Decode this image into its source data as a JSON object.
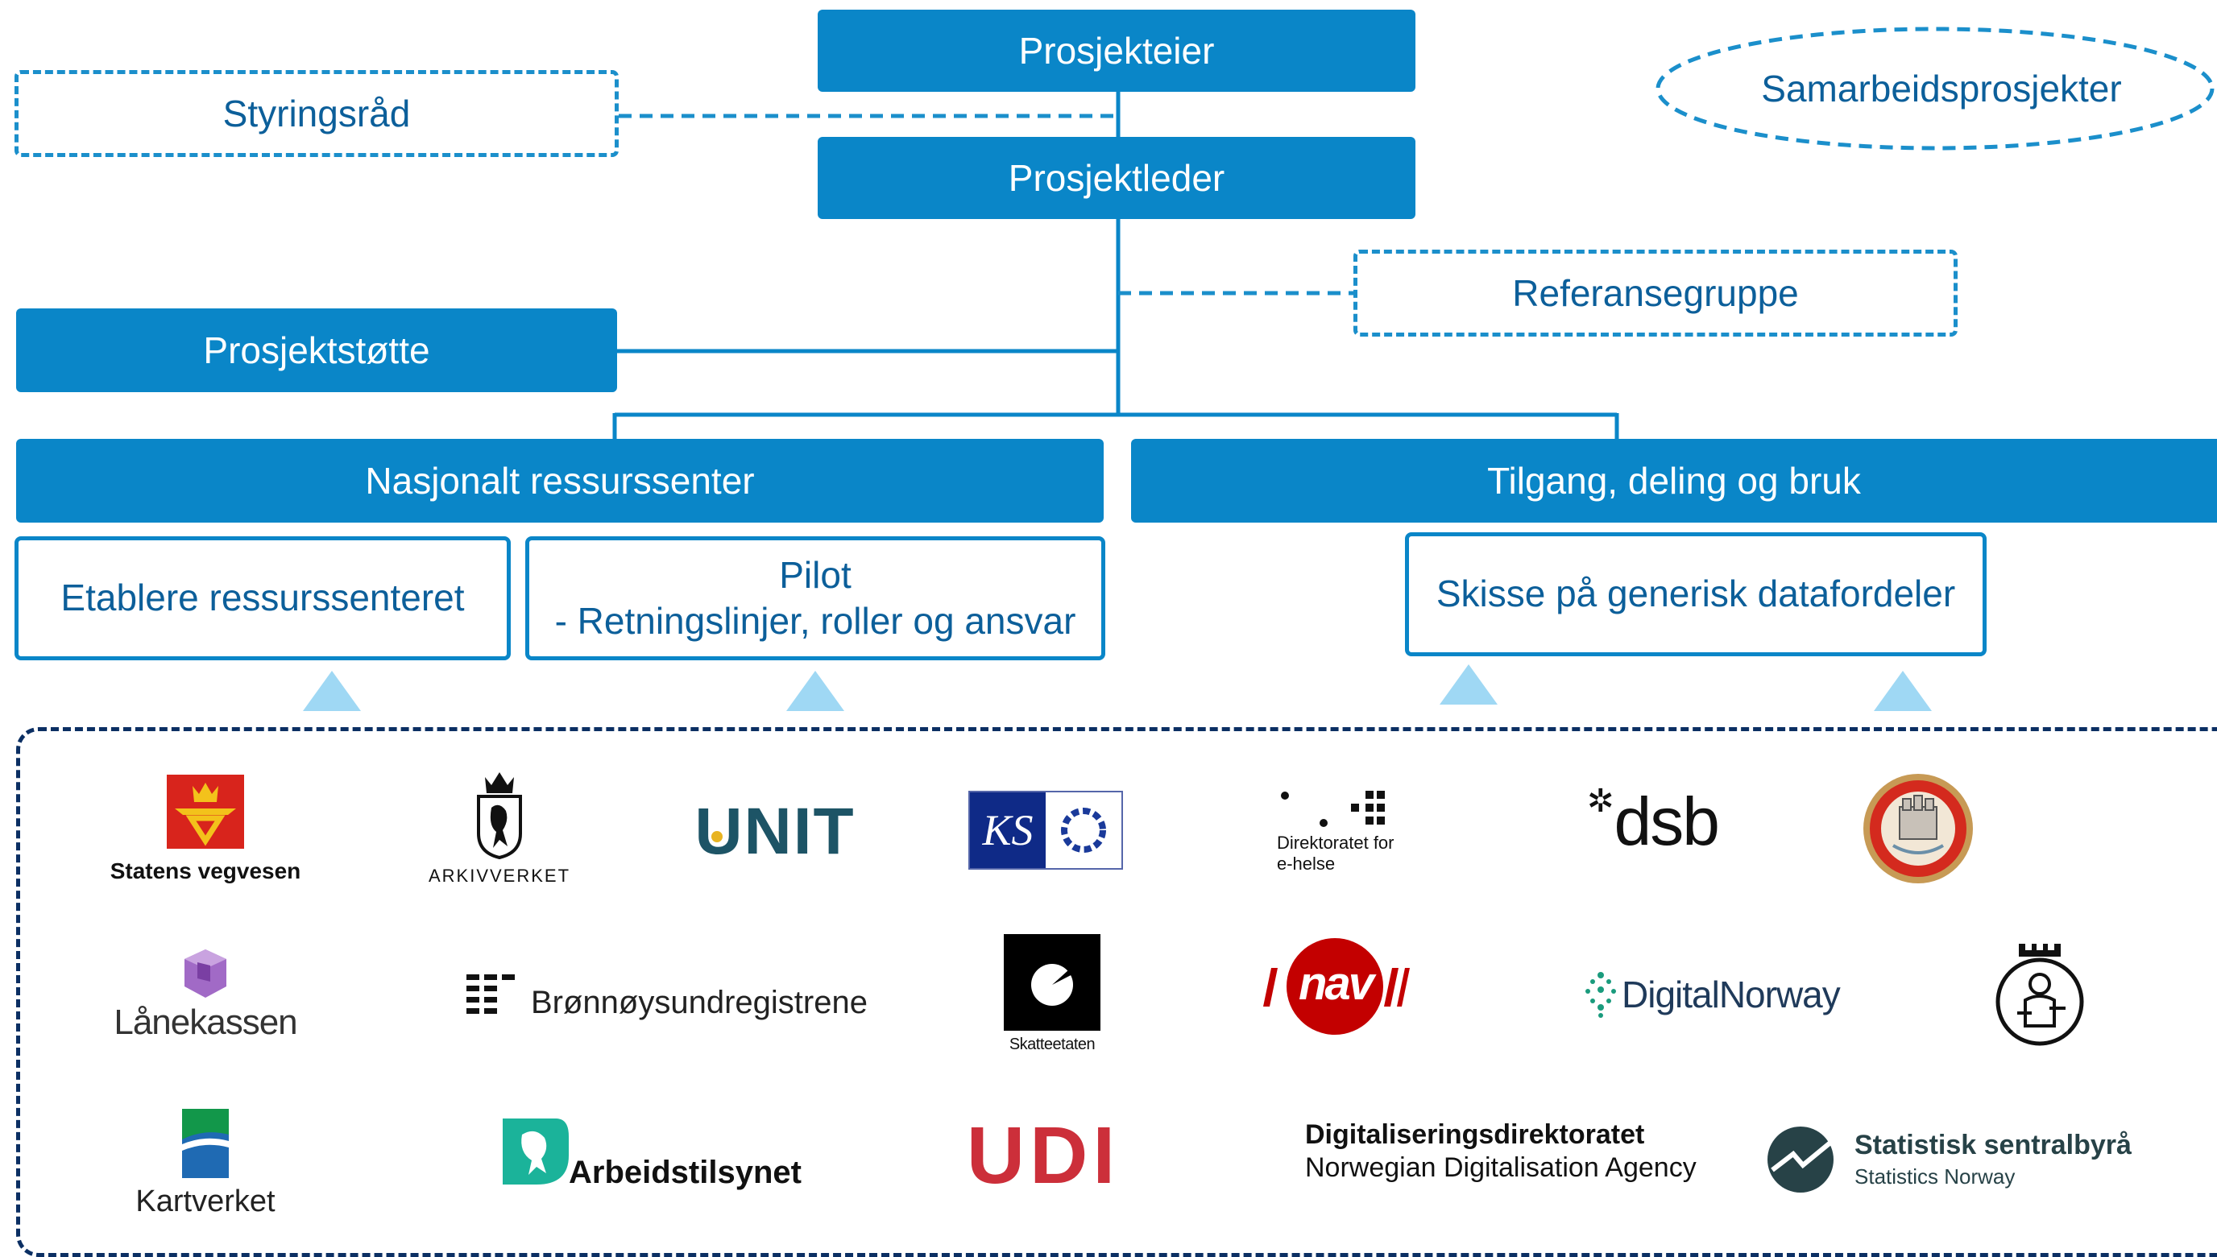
{
  "org": {
    "prosjekteier": "Prosjekteier",
    "prosjektleder": "Prosjektleder",
    "styringsrad": "Styringsråd",
    "samarbeidsprosjekter": "Samarbeidsprosjekter",
    "referansegruppe": "Referansegruppe",
    "prosjektstotte": "Prosjektstøtte",
    "nasjonalt": "Nasjonalt ressurssenter",
    "tilgang": "Tilgang, deling og bruk",
    "etablere": "Etablere ressurssenteret",
    "pilot_line1": "Pilot",
    "pilot_line2": "- Retningslinjer, roller og ansvar",
    "skisse": "Skisse på generisk datafordeler"
  },
  "logos": {
    "statens_vegvesen": "Statens vegvesen",
    "arkivverket": "ARKIVVERKET",
    "unit": "UNIT",
    "ks": "KS",
    "ehelse_line1": "Direktoratet for",
    "ehelse_line2": "e-helse",
    "dsb": "dsb",
    "lanekassen": "Lånekassen",
    "bronnoysund": "Brønnøysundregistrene",
    "skatteetaten": "Skatteetaten",
    "nav": "nav",
    "digitalnorway": "DigitalNorway",
    "kartverket": "Kartverket",
    "arbeidstilsynet": "Arbeidstilsynet",
    "udi": "UDI",
    "digdir_line1": "Digitaliseringsdirektoratet",
    "digdir_line2": "Norwegian Digitalisation Agency",
    "ssb_line1": "Statistisk sentralbyrå",
    "ssb_line2": "Statistics Norway"
  },
  "colors": {
    "box_blue": "#0a86c8",
    "text_dark_blue": "#0c5f9a",
    "panel_border": "#0b2f63",
    "triangle": "#9fd8f4"
  }
}
